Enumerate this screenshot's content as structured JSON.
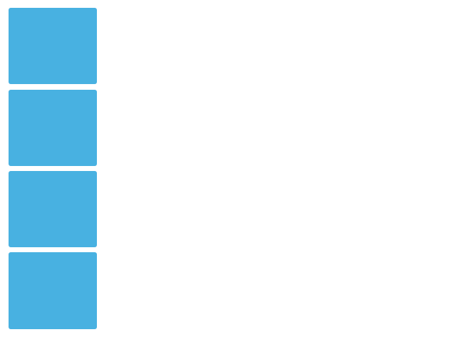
{
  "colors": {
    "background": "#ffffff",
    "tile": "#48b1e1"
  },
  "tiles": [
    {
      "id": "tile-1",
      "color": "#48b1e1"
    },
    {
      "id": "tile-2",
      "color": "#48b1e1"
    },
    {
      "id": "tile-3",
      "color": "#48b1e1"
    },
    {
      "id": "tile-4",
      "color": "#48b1e1"
    }
  ]
}
